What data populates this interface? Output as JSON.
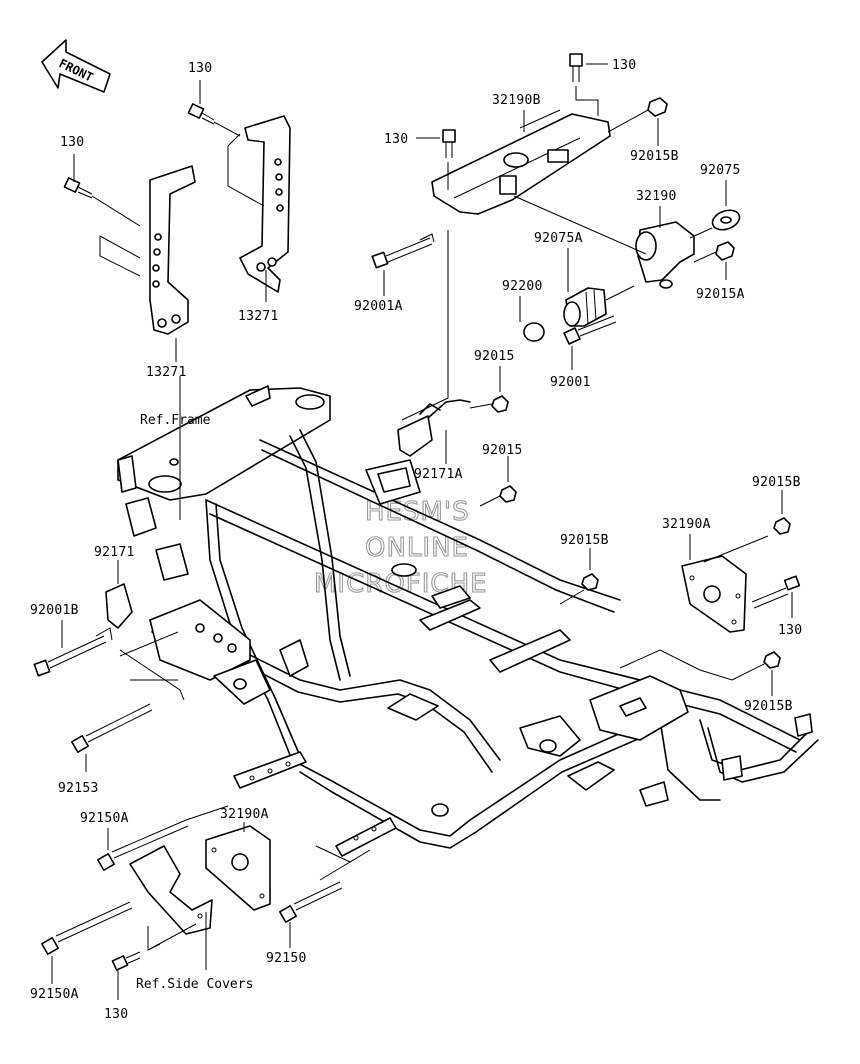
{
  "front_indicator": {
    "label": "FRONT",
    "icon": "front-arrow-icon"
  },
  "watermark": {
    "line1": "HESM'S",
    "line2": "ONLINE",
    "line3": "MICROFICHE"
  },
  "labels": {
    "p130_a": "130",
    "p130_b": "130",
    "p130_c": "130",
    "p130_d": "130",
    "p130_e": "130",
    "p130_f": "130",
    "p13271_a": "13271",
    "p13271_b": "13271",
    "p32190B": "32190B",
    "p92015B_a": "92015B",
    "p92015B_b": "92015B",
    "p92015B_c": "92015B",
    "p92015B_d": "92015B",
    "p92075": "92075",
    "p32190": "32190",
    "p92075A": "92075A",
    "p92200": "92200",
    "p92015A": "92015A",
    "p92001A": "92001A",
    "p92001": "92001",
    "p92015_a": "92015",
    "p92015_b": "92015",
    "p92171A": "92171A",
    "p92171": "92171",
    "p32190A_a": "32190A",
    "p32190A_b": "32190A",
    "p92001B": "92001B",
    "p92153": "92153",
    "p92150A_a": "92150A",
    "p92150A_b": "92150A",
    "p92150": "92150",
    "ref_frame": "Ref.Frame",
    "ref_side_covers": "Ref.Side Covers"
  }
}
